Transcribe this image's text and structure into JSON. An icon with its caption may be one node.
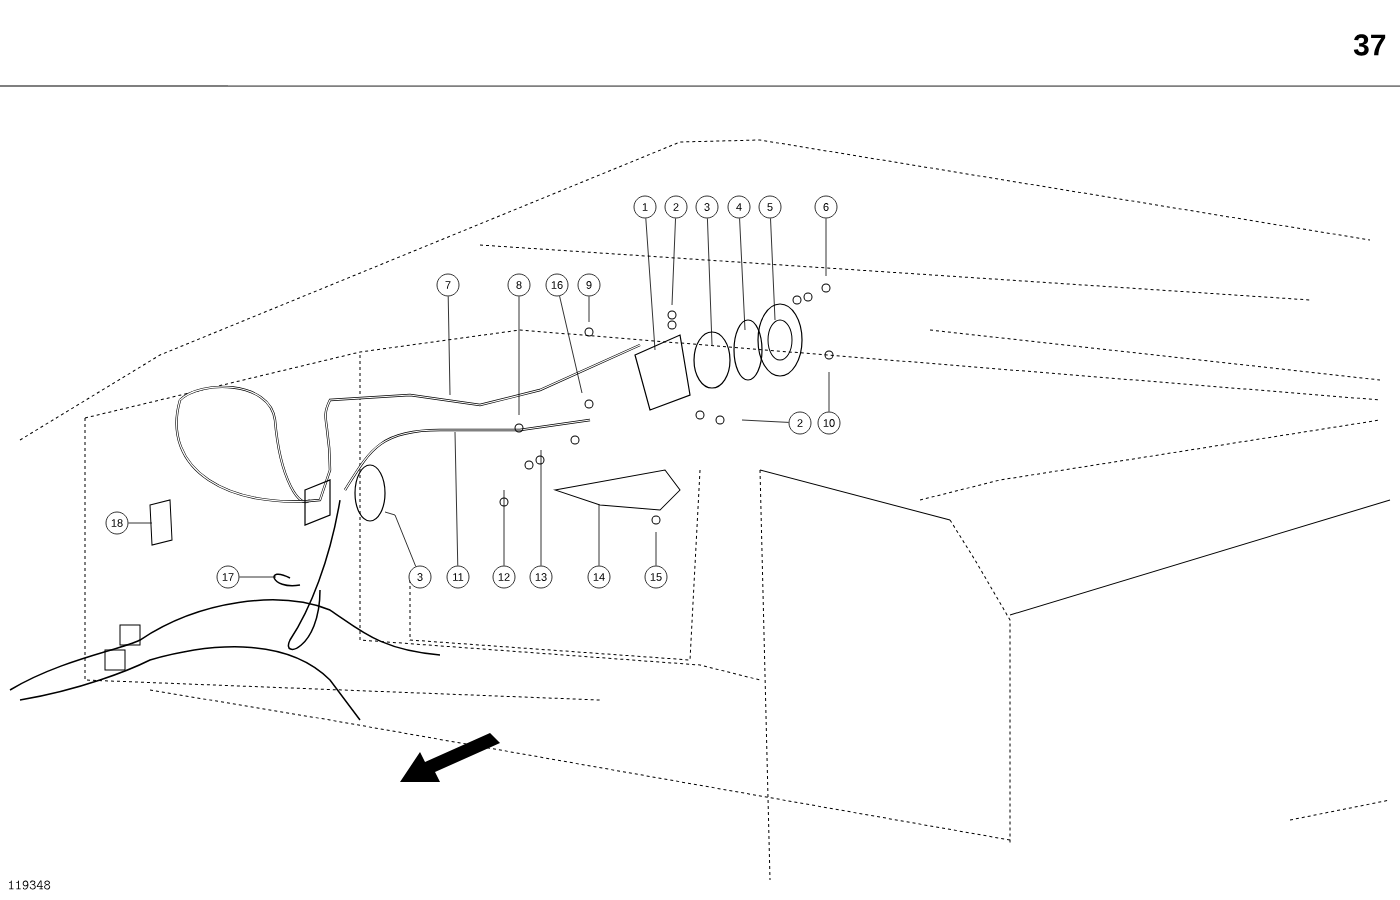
{
  "diagram": {
    "nodes": [
      {
        "text": [
          "1"
        ]
      },
      {
        "text": [
          "2"
        ]
      },
      {
        "text": [
          "3"
        ]
      },
      {
        "text": [
          "4"
        ]
      },
      {
        "text": [
          "5"
        ]
      },
      {
        "text": [
          "6"
        ]
      },
      {
        "text": [
          "7"
        ]
      },
      {
        "text": [
          "8"
        ]
      },
      {
        "text": [
          "16"
        ]
      },
      {
        "text": [
          "9"
        ]
      },
      {
        "text": [
          "2"
        ]
      },
      {
        "text": [
          "10"
        ]
      },
      {
        "text": [
          "18"
        ]
      },
      {
        "text": [
          "17"
        ]
      },
      {
        "text": [
          "3"
        ]
      },
      {
        "text": [
          "11"
        ]
      },
      {
        "text": [
          "12"
        ]
      },
      {
        "text": [
          "13"
        ]
      },
      {
        "text": [
          "14"
        ]
      },
      {
        "text": [
          "15"
        ]
      }
    ],
    "edges": [
      {
        "from": 0,
        "to": null,
        "arrow": "none"
      },
      {
        "from": 1,
        "to": null,
        "arrow": "none"
      },
      {
        "from": 2,
        "to": null,
        "arrow": "none"
      },
      {
        "from": 3,
        "to": null,
        "arrow": "none"
      },
      {
        "from": 4,
        "to": null,
        "arrow": "none"
      },
      {
        "from": 5,
        "to": null,
        "arrow": "none"
      },
      {
        "from": 6,
        "to": null,
        "arrow": "none"
      },
      {
        "from": 7,
        "to": null,
        "arrow": "none"
      },
      {
        "from": 8,
        "to": null,
        "arrow": "none"
      },
      {
        "from": 9,
        "to": null,
        "arrow": "none"
      },
      {
        "from": 10,
        "to": null,
        "arrow": "none"
      },
      {
        "from": 11,
        "to": null,
        "arrow": "none"
      },
      {
        "from": 12,
        "to": null,
        "arrow": "none"
      },
      {
        "from": 13,
        "to": null,
        "arrow": "none"
      },
      {
        "from": 14,
        "to": null,
        "arrow": "none"
      },
      {
        "from": 15,
        "to": null,
        "arrow": "none"
      },
      {
        "from": 16,
        "to": null,
        "arrow": "none"
      },
      {
        "from": 17,
        "to": null,
        "arrow": "none"
      },
      {
        "from": 18,
        "to": null,
        "arrow": "none"
      },
      {
        "from": 19,
        "to": null,
        "arrow": "none"
      }
    ],
    "labels": [
      "37",
      "119348"
    ]
  }
}
